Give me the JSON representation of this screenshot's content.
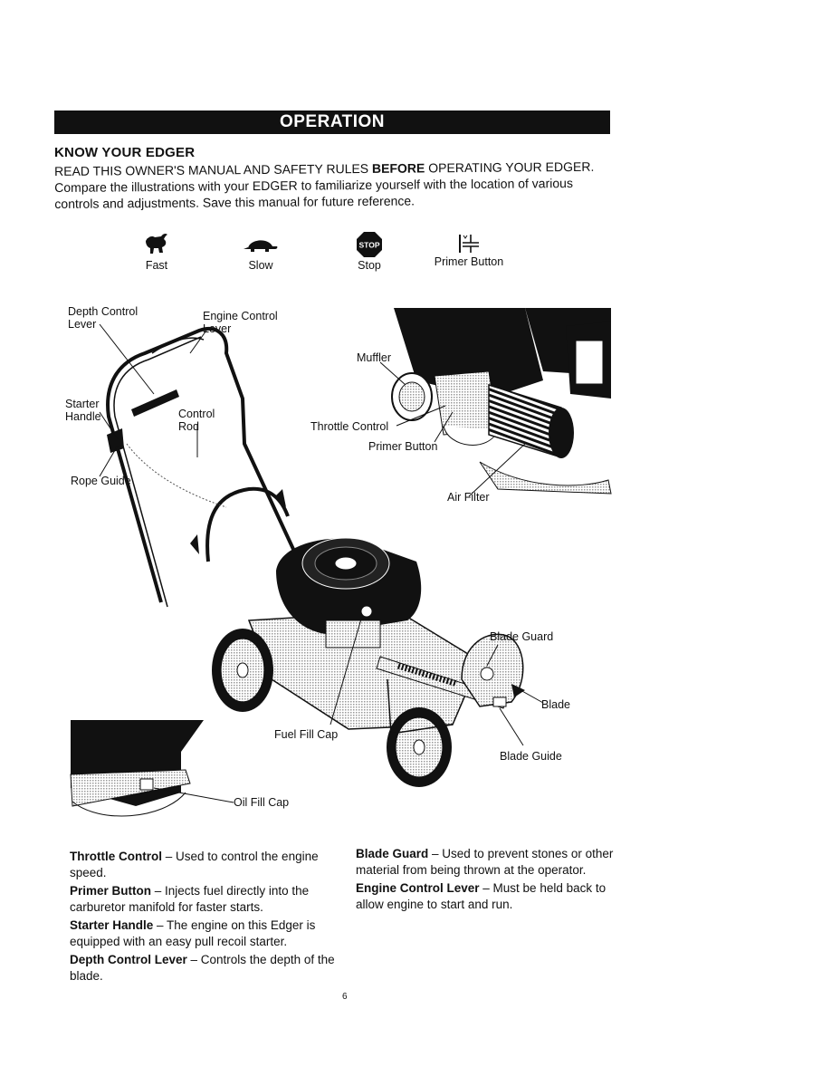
{
  "banner": "OPERATION",
  "section_title": "KNOW YOUR EDGER",
  "intro": {
    "pre": "READ THIS OWNER'S MANUAL AND SAFETY RULES ",
    "bold": "BEFORE",
    "post": " OPERATING YOUR EDGER. Compare the illustrations with your EDGER to familiarize yourself with the location of various controls and adjustments. Save this manual for future reference."
  },
  "legend": {
    "fast": "Fast",
    "slow": "Slow",
    "stop": "Stop",
    "stop_sign_text": "STOP",
    "primer": "Primer Button"
  },
  "labels": {
    "depth_control_lever": "Depth Control\nLever",
    "engine_control_lever": "Engine Control\nLever",
    "starter_handle": "Starter\nHandle",
    "control_rod": "Control\nRod",
    "rope_guide": "Rope Guide",
    "muffler": "Muffler",
    "throttle_control": "Throttle Control",
    "primer_button": "Primer Button",
    "air_filter": "Air Filter",
    "blade_guard": "Blade Guard",
    "blade": "Blade",
    "fuel_fill_cap": "Fuel Fill Cap",
    "blade_guide": "Blade Guide",
    "oil_fill_cap": "Oil Fill Cap"
  },
  "descriptions_left": [
    {
      "term": "Throttle Control",
      "text": " – Used to control the engine speed."
    },
    {
      "term": "Primer Button",
      "text": " – Injects fuel directly into the carburetor manifold for faster starts."
    },
    {
      "term": "Starter Handle",
      "text": " – The engine on this Edger is equipped with an easy pull recoil starter."
    },
    {
      "term": "Depth Control Lever",
      "text": " – Controls the depth of the blade."
    }
  ],
  "descriptions_right": [
    {
      "term": "Blade Guard",
      "text": " – Used to prevent stones or other material from being thrown at the operator."
    },
    {
      "term": "Engine Control Lever",
      "text": " – Must be held back to allow engine to start and run."
    }
  ],
  "page_number": "6",
  "colors": {
    "ink": "#111111",
    "paper": "#ffffff",
    "screen_tone": "#c8c8c8"
  },
  "icons": [
    "rabbit-icon",
    "turtle-icon",
    "stop-sign-icon",
    "primer-button-icon"
  ]
}
